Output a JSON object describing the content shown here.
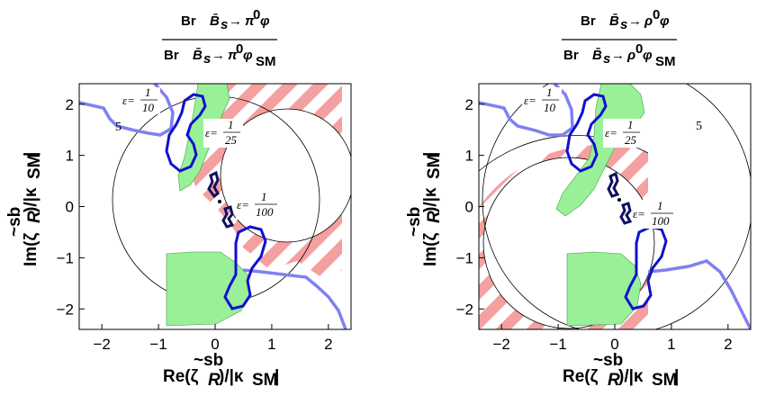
{
  "chart_data": [
    {
      "type": "contour",
      "title_numerator": "Br (B̄s → π⁰ φ)",
      "title_denominator": "Br (B̄s → π⁰ φ)SM",
      "xlabel": "Re(ζ̃R^sb)/|κSM|",
      "ylabel": "Im(ζ̃R^sb)/|κSM|",
      "x_ticks": [
        "−2",
        "−1",
        "0",
        "1",
        "2"
      ],
      "y_ticks": [
        "−2",
        "−1",
        "0",
        "1",
        "2"
      ],
      "xlim": [
        -2.4,
        2.4
      ],
      "ylim": [
        -2.4,
        2.4
      ],
      "contour_labels": [
        "5"
      ],
      "epsilon_labels": [
        {
          "prefix": "ε=",
          "num": "1",
          "den": "10"
        },
        {
          "prefix": "ε=",
          "num": "1",
          "den": "25"
        },
        {
          "prefix": "ε=",
          "num": "1",
          "den": "100"
        }
      ],
      "colors": {
        "green": "#99f099",
        "red": "#f4a0a0",
        "blue": "#1010d0",
        "lightblue": "#8080f0",
        "navy": "#101060"
      }
    },
    {
      "type": "contour",
      "title_numerator": "Br (B̄s → ρ⁰ φ)",
      "title_denominator": "Br (B̄s → ρ⁰ φ)SM",
      "xlabel": "Re(ζ̃R^sb)/|κSM|",
      "ylabel": "Im(ζ̃R^sb)/|κSM|",
      "x_ticks": [
        "−2",
        "−1",
        "0",
        "1",
        "2"
      ],
      "y_ticks": [
        "−2",
        "−1",
        "0",
        "1",
        "2"
      ],
      "xlim": [
        -2.4,
        2.4
      ],
      "ylim": [
        -2.4,
        2.4
      ],
      "contour_labels": [
        "5"
      ],
      "epsilon_labels": [
        {
          "prefix": "ε=",
          "num": "1",
          "den": "10"
        },
        {
          "prefix": "ε=",
          "num": "1",
          "den": "25"
        },
        {
          "prefix": "ε=",
          "num": "1",
          "den": "100"
        }
      ],
      "colors": {
        "green": "#99f099",
        "red": "#f4a0a0",
        "blue": "#1010d0",
        "lightblue": "#8080f0",
        "navy": "#101060"
      }
    }
  ],
  "panels": [
    {
      "title_main": "Br",
      "title_b": "B̄",
      "title_s": "s",
      "title_arrow": "→",
      "title_meson": "π",
      "title_sup": "0",
      "title_phi": "φ",
      "title_sm": "SM",
      "x_label_main": "Re(ζ",
      "x_label_r": "R",
      "x_label_rest": ")/|κ",
      "x_label_sm": "SM",
      "x_label_end": "|",
      "x_label_sb": "~sb",
      "y_label_main": "Im(ζ",
      "y_label_r": "R",
      "y_label_rest": ")/|κ",
      "y_label_sm": "SM",
      "y_label_end": "|",
      "y_label_sb": "~sb"
    },
    {
      "title_main": "Br",
      "title_b": "B̄",
      "title_s": "s",
      "title_arrow": "→",
      "title_meson": "ρ",
      "title_sup": "0",
      "title_phi": "φ",
      "title_sm": "SM",
      "x_label_main": "Re(ζ",
      "x_label_r": "R",
      "x_label_rest": ")/|κ",
      "x_label_sm": "SM",
      "x_label_end": "|",
      "x_label_sb": "~sb",
      "y_label_main": "Im(ζ",
      "y_label_r": "R",
      "y_label_rest": ")/|κ",
      "y_label_sm": "SM",
      "y_label_end": "|",
      "y_label_sb": "~sb"
    }
  ]
}
